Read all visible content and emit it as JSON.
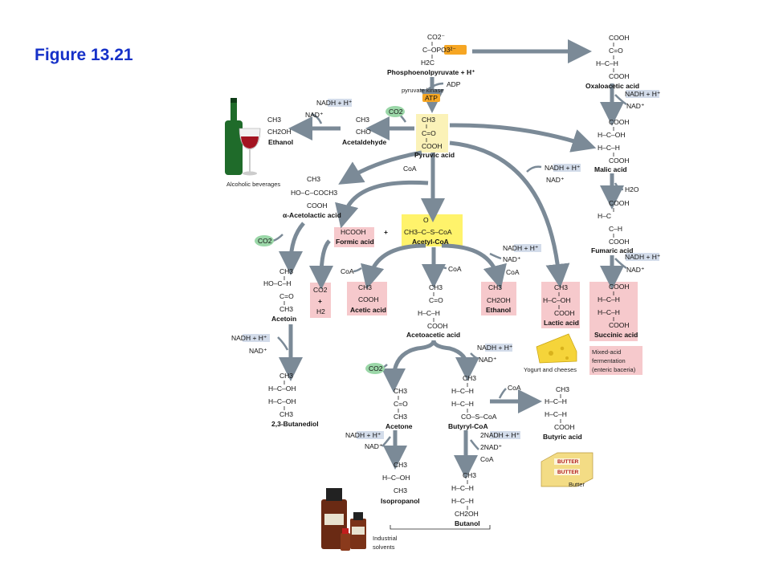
{
  "figure_title": "Figure 13.21",
  "colors": {
    "title": "#1631c8",
    "arrow": "#7b8a97",
    "highlight_yellow": "#fff36b",
    "highlight_pale_yellow": "#fbf2b8",
    "highlight_pink": "#f6c9cc",
    "highlight_blue": "#d3dcea",
    "highlight_green": "#9bd7a8",
    "atp_orange": "#f6a623"
  },
  "top": {
    "pep_lines": [
      "CO2⁻",
      "C–OPO3²⁻",
      "H2C"
    ],
    "pep_label": "Phosphoenolpyruvate + H⁺",
    "enzyme": "pyruvate kinase",
    "adp": "ADP",
    "atp": "ATP"
  },
  "pyruvate": {
    "lines": [
      "CH3",
      "C=O",
      "COOH"
    ],
    "label": "Pyruvic acid",
    "co2": "CO2",
    "coa": "CoA"
  },
  "ethanol_branch": {
    "acetaldehyde_lines": [
      "CH3",
      "CHO"
    ],
    "acetaldehyde_label": "Acetaldehyde",
    "nadh": "NADH + H⁺",
    "nad": "NAD⁺",
    "ethanol_lines": [
      "CH3",
      "CH2OH"
    ],
    "ethanol_label": "Ethanol",
    "product_caption": "Alcoholic beverages"
  },
  "acetolactate_branch": {
    "acetolactic_lines": [
      "CH3",
      "HO–C–COCH3",
      "COOH"
    ],
    "acetolactic_label": "α-Acetolactic acid",
    "co2": "CO2",
    "acetoin_lines": [
      "CH3",
      "HO–C–H",
      "C=O",
      "CH3"
    ],
    "acetoin_label": "Acetoin",
    "nadh": "NADH + H⁺",
    "nad": "NAD⁺",
    "butanediol_lines": [
      "CH3",
      "H–C–OH",
      "H–C–OH",
      "CH3"
    ],
    "butanediol_label": "2,3-Butanediol"
  },
  "acetyl_coa": {
    "formula": "CH3–C–S–CoA",
    "carbonyl": "O",
    "label": "Acetyl-CoA",
    "plus": "+",
    "formic_formula": "HCOOH",
    "formic_label": "Formic acid",
    "co2_h2": [
      "CO2",
      "+",
      "H2"
    ]
  },
  "acetic": {
    "coa": "CoA",
    "lines": [
      "CH3",
      "COOH"
    ],
    "label": "Acetic acid"
  },
  "ethanol2": {
    "nadh": "NADH + H⁺",
    "nad": "NAD⁺",
    "coa": "CoA",
    "lines": [
      "CH3",
      "CH2OH"
    ],
    "label": "Ethanol"
  },
  "acetoacetic": {
    "coa": "CoA",
    "lines": [
      "CH3",
      "C=O",
      "H–C–H",
      "COOH"
    ],
    "label": "Acetoacetic acid"
  },
  "lactic": {
    "nadh": "NADH + H⁺",
    "nad": "NAD⁺",
    "lines": [
      "CH3",
      "H–C–OH",
      "COOH"
    ],
    "label": "Lactic acid",
    "product_caption": "Yogurt and cheeses"
  },
  "right_branch": {
    "oxaloacetic_lines": [
      "COOH",
      "C=O",
      "H–C–H",
      "COOH"
    ],
    "oxaloacetic_label": "Oxaloacetic acid",
    "nadh1": "NADH + H⁺",
    "nad1": "NAD⁺",
    "malic_lines": [
      "COOH",
      "H–C–OH",
      "H–C–H",
      "COOH"
    ],
    "malic_label": "Malic acid",
    "h2o": "H2O",
    "fumaric_lines": [
      "COOH",
      "H–C",
      "C–H",
      "COOH"
    ],
    "fumaric_label": "Fumaric acid",
    "nadh2": "NADH + H⁺",
    "nad2": "NAD⁺",
    "succinic_lines": [
      "COOH",
      "H–C–H",
      "H–C–H",
      "COOH"
    ],
    "succinic_label": "Succinic acid",
    "mixed_acid": [
      "Mixed-acid",
      "fermentation",
      "(enteric baceria)"
    ]
  },
  "lower": {
    "nadh": "NADH + H⁺",
    "nad": "NAD⁺",
    "co2": "CO2",
    "acetone_lines": [
      "CH3",
      "C=O",
      "CH3"
    ],
    "acetone_label": "Acetone",
    "nadh_acetone": "NADH + H⁺",
    "nad_acetone": "NAD⁺",
    "isopropanol_lines": [
      "CH3",
      "H–C–OH",
      "CH3"
    ],
    "isopropanol_label": "Isopropanol",
    "butyryl_lines": [
      "CH3",
      "H–C–H",
      "H–C–H",
      "CO–S–CoA"
    ],
    "butyryl_label": "Butyryl-CoA",
    "coa_butyric": "CoA",
    "butyric_lines": [
      "CH3",
      "H–C–H",
      "H–C–H",
      "COOH"
    ],
    "butyric_label": "Butyric acid",
    "butter_caption": "Butter",
    "butter_wrapper": "BUTTER",
    "nadh2": "2NADH + H⁺",
    "nad2": "2NAD⁺",
    "coa_butanol": "CoA",
    "butanol_lines": [
      "CH3",
      "H–C–H",
      "H–C–H",
      "CH2OH"
    ],
    "butanol_label": "Butanol",
    "solvents_caption": [
      "Industrial",
      "solvents"
    ]
  }
}
